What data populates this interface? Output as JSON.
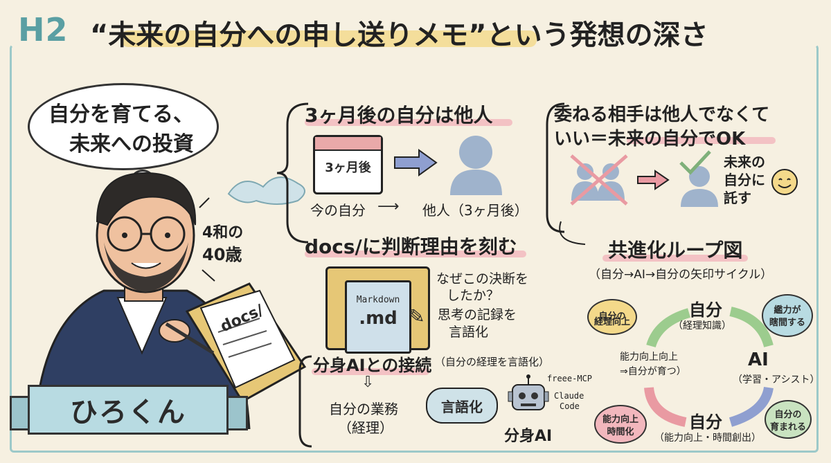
{
  "title": {
    "tag": "H2",
    "main": "“未来の自分への申し送りメモ”という発想の深さ"
  },
  "thought_bubble": {
    "line1": "自分を育てる、",
    "line2": "未来への投資"
  },
  "person": {
    "age_line1": "4和の",
    "age_line2": "40歳",
    "name": "ひろくん",
    "folder_label": "docs/"
  },
  "section1": {
    "heading": "3ヶ月後の自分は他人",
    "calendar_label": "3ヶ月後",
    "caption_left": "今の自分",
    "caption_right": "他人（3ヶ月後）"
  },
  "section2": {
    "heading_line1": "委ねる相手は他人でなくて",
    "heading_line2": "いい＝未来の自分でOK",
    "caption_line1": "未来の",
    "caption_line2": "自分に",
    "caption_line3": "託す"
  },
  "section3": {
    "heading": "docs/に判断理由を刻む",
    "file_line1": "Markdown",
    "file_line2": ".md",
    "note1_line1": "なぜこの決断を",
    "note1_line2": "したか？",
    "note2_line1": "思考の記録を",
    "note2_line2": "言語化"
  },
  "section4": {
    "heading": "分身AIとの接続",
    "subheading": "（自分の経理を言語化）",
    "work_line1": "自分の業務",
    "work_line2": "（経理）",
    "verbalize": "言語化",
    "tool1": "freee-MCP",
    "tool2_line1": "Claude",
    "tool2_line2": "Code",
    "ai_label": "分身AI"
  },
  "section5": {
    "heading": "共進化ループ図",
    "subheading": "（自分→AI→自分の矢印サイクル）",
    "node_top": "自分",
    "node_top_sub": "（経理知識）",
    "node_right": "AI",
    "node_right_sub": "（学習・アシスト）",
    "node_bottom": "自分",
    "node_bottom_sub": "（能力向上・時間創出）",
    "center_line1": "能力向上向上",
    "center_line2": "⇒自分が育つ）",
    "bubble_tl_line1": "自分の",
    "bubble_tl_line2": "経理向上",
    "bubble_tr_line1": "繿力が",
    "bubble_tr_line2": "瞎間する",
    "bubble_br_line1": "自分の",
    "bubble_br_line2": "育まれる",
    "bubble_bl_line1": "能力向上",
    "bubble_bl_line2": "時間化"
  },
  "colors": {
    "teal": "#5a9fa3",
    "highlight_yellow": "#f4d98a",
    "highlight_pink": "#f2b7bd",
    "person_blue": "#9fb3cc",
    "arrow_blue": "#8f9fd0",
    "arrow_green": "#9ccc8e",
    "arrow_pink": "#e99aa2",
    "banner": "#b8dbe2"
  }
}
